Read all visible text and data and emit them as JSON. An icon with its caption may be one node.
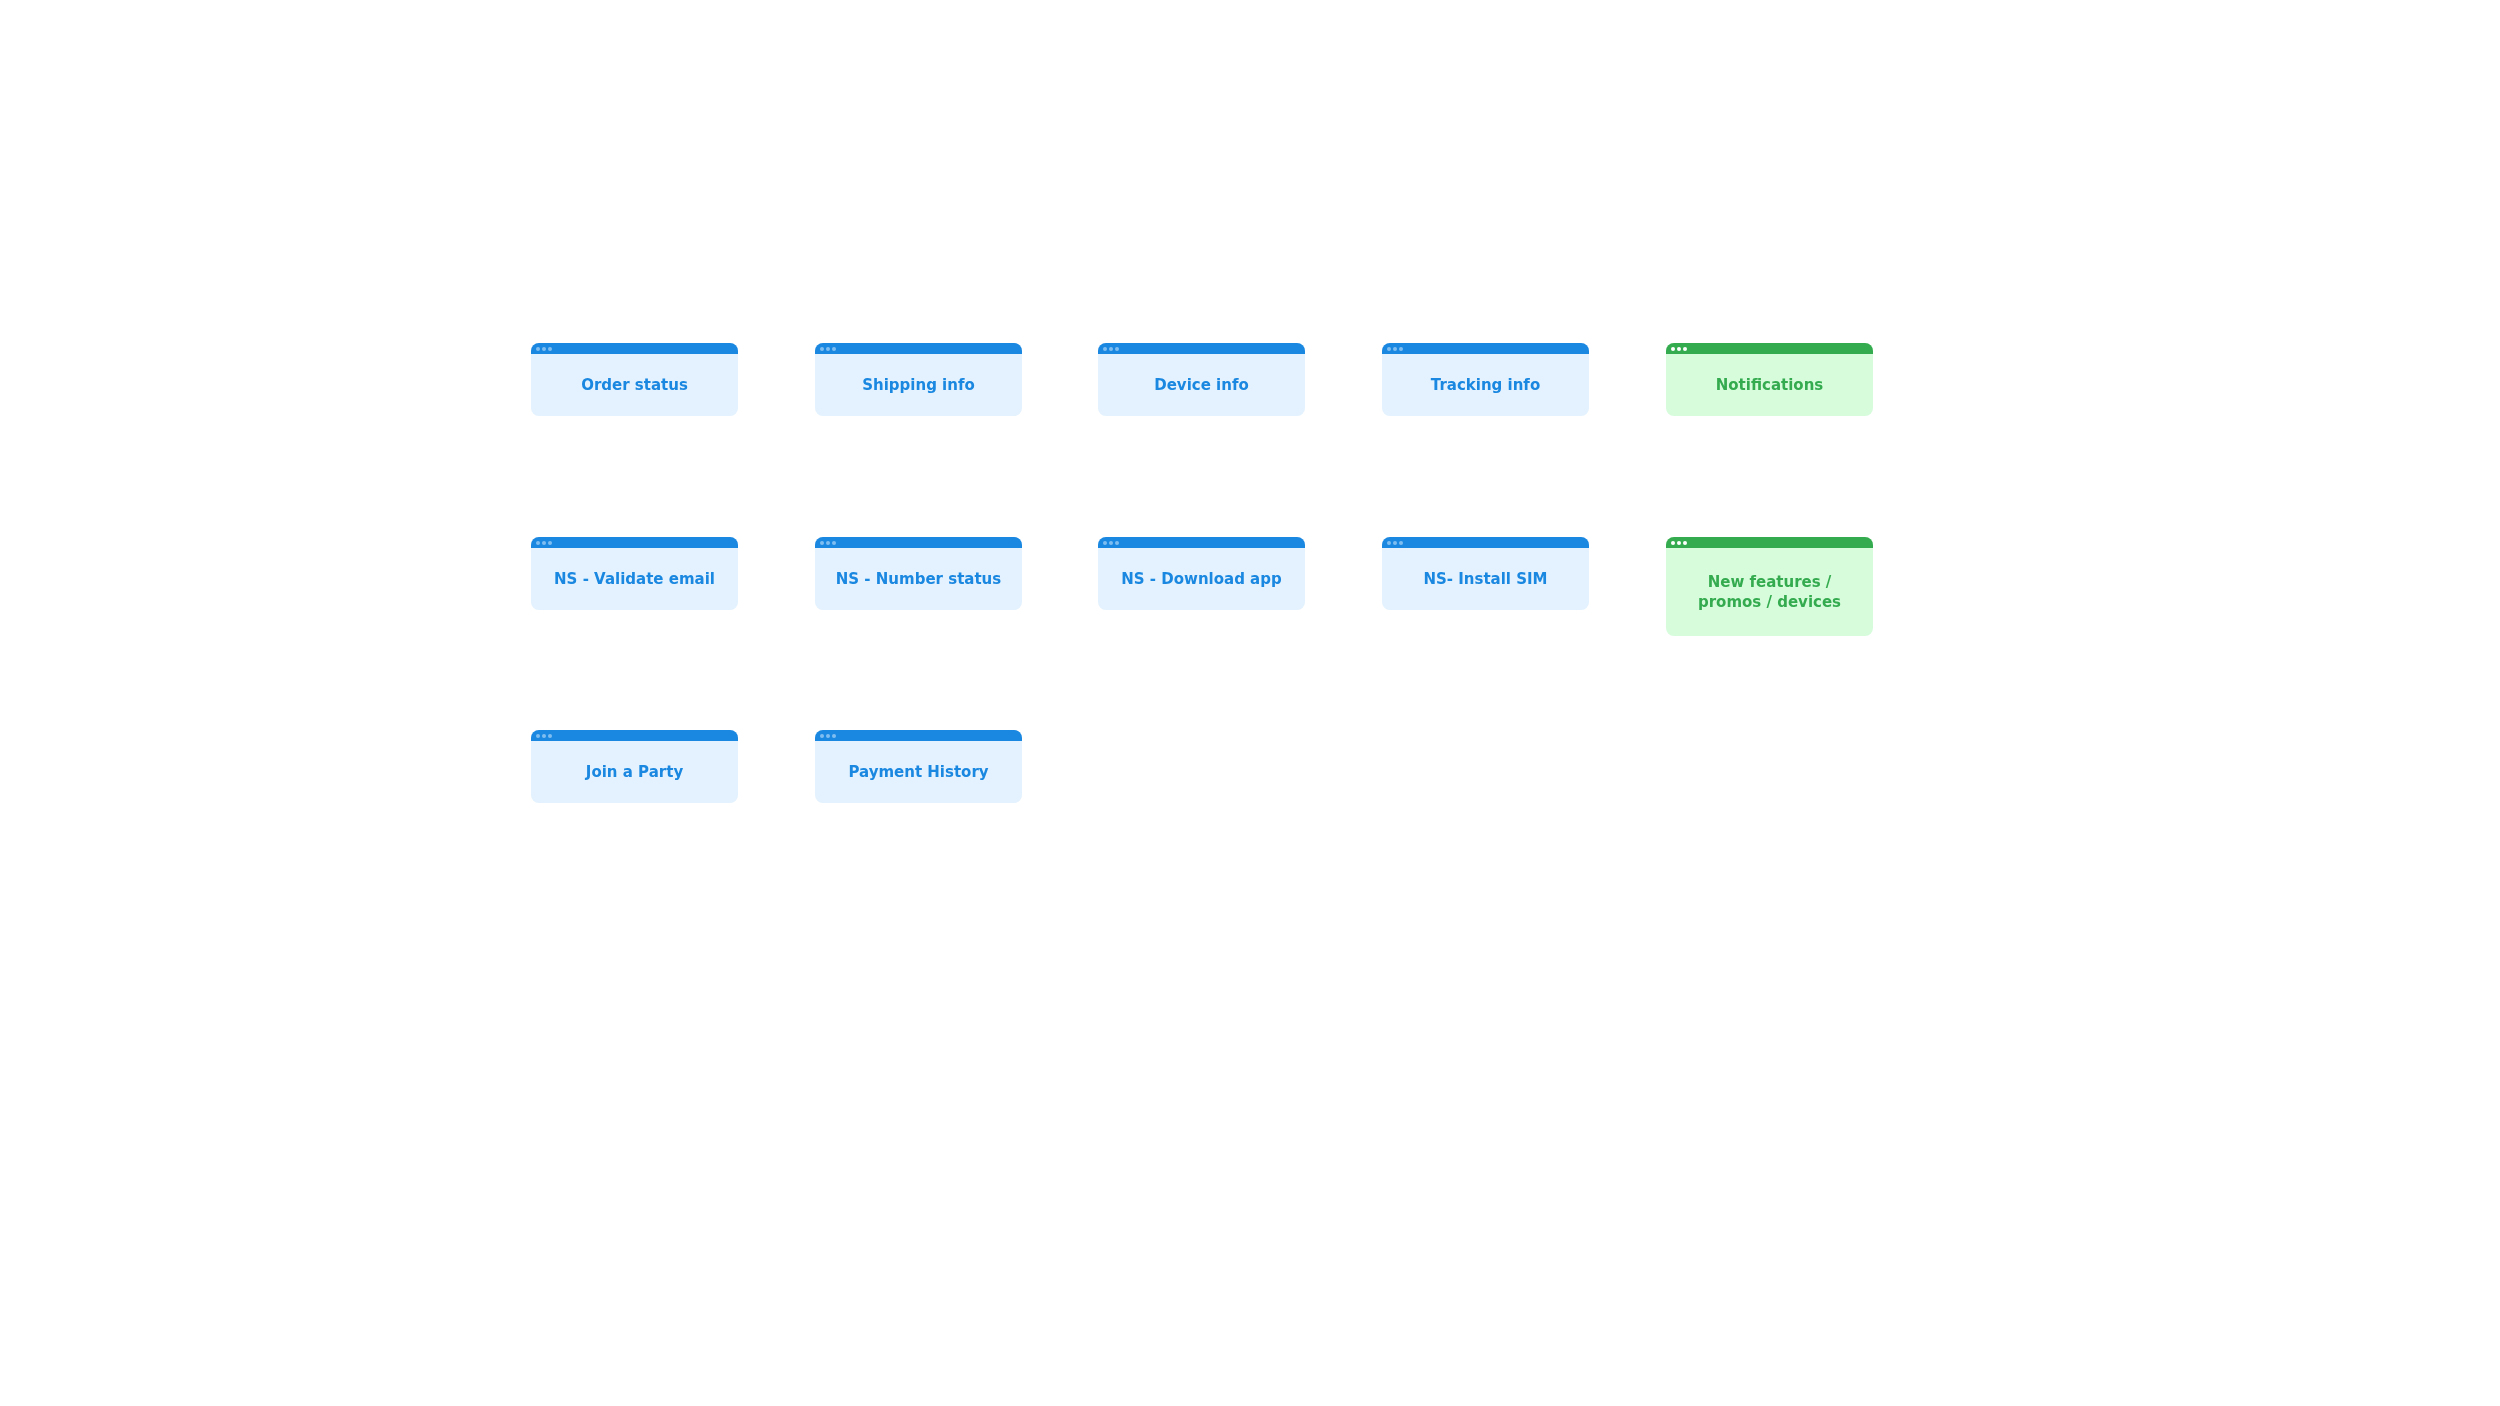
{
  "diagram": {
    "nodes": [
      {
        "text": [
          "Order status"
        ]
      },
      {
        "text": [
          "Shipping info"
        ]
      },
      {
        "text": [
          "Device info"
        ]
      },
      {
        "text": [
          "Tracking info"
        ]
      },
      {
        "text": [
          "Notifications"
        ]
      },
      {
        "text": [
          "NS - Validate email"
        ]
      },
      {
        "text": [
          "NS - Number status"
        ]
      },
      {
        "text": [
          "NS - Download app"
        ]
      },
      {
        "text": [
          "NS- Install SIM"
        ]
      },
      {
        "text": [
          "New features / promos / devices"
        ]
      },
      {
        "text": [
          "Join a Party"
        ]
      },
      {
        "text": [
          "Payment History"
        ]
      }
    ]
  }
}
